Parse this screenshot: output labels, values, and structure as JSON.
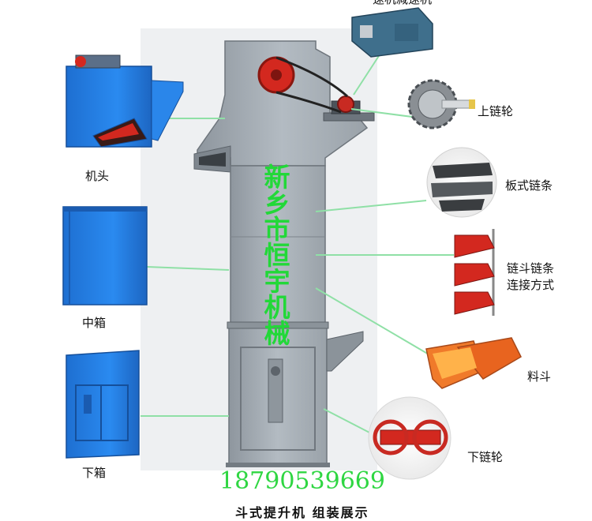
{
  "labels": {
    "head": "机头",
    "middle": "中箱",
    "bottom": "下箱",
    "top_sprocket": "上链轮",
    "plate_chain": "板式链条",
    "bucket_chain_line1": "链斗链条",
    "bucket_chain_line2": "连接方式",
    "bucket": "料斗",
    "bottom_sprocket": "下链轮",
    "reducer_cut": "速机减速机"
  },
  "watermark": [
    "新",
    "乡",
    "市",
    "恒",
    "宇",
    "机",
    "械"
  ],
  "phone": "18790539669",
  "caption": "斗式提升机 组装展示",
  "colors": {
    "machine_body": "#a9b1b9",
    "machine_edge": "#6f767d",
    "blue_box": "#1f7fe6",
    "red_part": "#d9261c",
    "orange_part": "#f07a2a",
    "connector_line": "#8fe0a6",
    "watermark_green": "#22d838"
  }
}
